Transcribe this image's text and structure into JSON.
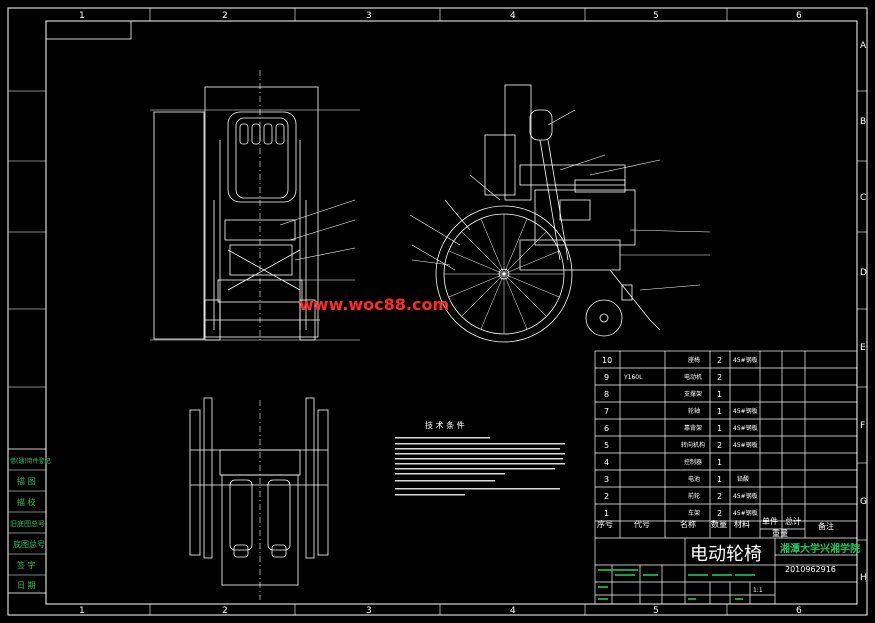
{
  "sheet": {
    "column_labels": [
      "1",
      "2",
      "3",
      "4",
      "5",
      "6"
    ],
    "row_labels": [
      "A",
      "B",
      "C",
      "D",
      "E",
      "F",
      "G",
      "H"
    ]
  },
  "watermark": "www.woc88.com",
  "tech_requirements": {
    "title": "技 术 条 件"
  },
  "left_stamp": {
    "items": [
      "借(通)用件登记",
      "描 图",
      "描 校",
      "旧底图总号",
      "底图总号",
      "签 字",
      "日 期"
    ]
  },
  "parts_list": {
    "rows": [
      {
        "no": "10",
        "code": "",
        "name": "座椅",
        "qty": "2",
        "material": "45#钢板"
      },
      {
        "no": "9",
        "code": "Y160L",
        "name": "电动机",
        "qty": "2",
        "material": ""
      },
      {
        "no": "8",
        "code": "",
        "name": "支撑架",
        "qty": "1",
        "material": ""
      },
      {
        "no": "7",
        "code": "",
        "name": "轮轴",
        "qty": "1",
        "material": "45#钢板"
      },
      {
        "no": "6",
        "code": "",
        "name": "靠背架",
        "qty": "1",
        "material": "45#钢板"
      },
      {
        "no": "5",
        "code": "",
        "name": "转向机构",
        "qty": "2",
        "material": "45#钢板"
      },
      {
        "no": "4",
        "code": "",
        "name": "控制器",
        "qty": "1",
        "material": ""
      },
      {
        "no": "3",
        "code": "",
        "name": "电池",
        "qty": "1",
        "material": "铅酸"
      },
      {
        "no": "2",
        "code": "",
        "name": "前轮",
        "qty": "2",
        "material": "45#钢板"
      },
      {
        "no": "1",
        "code": "",
        "name": "车架",
        "qty": "2",
        "material": "45#钢板"
      }
    ],
    "header": {
      "seq": "序号",
      "code": "代号",
      "name": "名称",
      "qty": "数量",
      "material": "材料",
      "unit": "单件",
      "total": "总计",
      "weight": "重量",
      "remark": "备注"
    }
  },
  "title_block": {
    "drawing_title": "电动轮椅",
    "university": "湘潭大学兴湘学院",
    "drawing_no": "2010962916",
    "scale": "1:1"
  },
  "colors": {
    "background": "#000000",
    "line": "#ffffff",
    "stamp_text": "#22c55e",
    "watermark": "#ff2a2a",
    "university_text": "#22c55e"
  }
}
